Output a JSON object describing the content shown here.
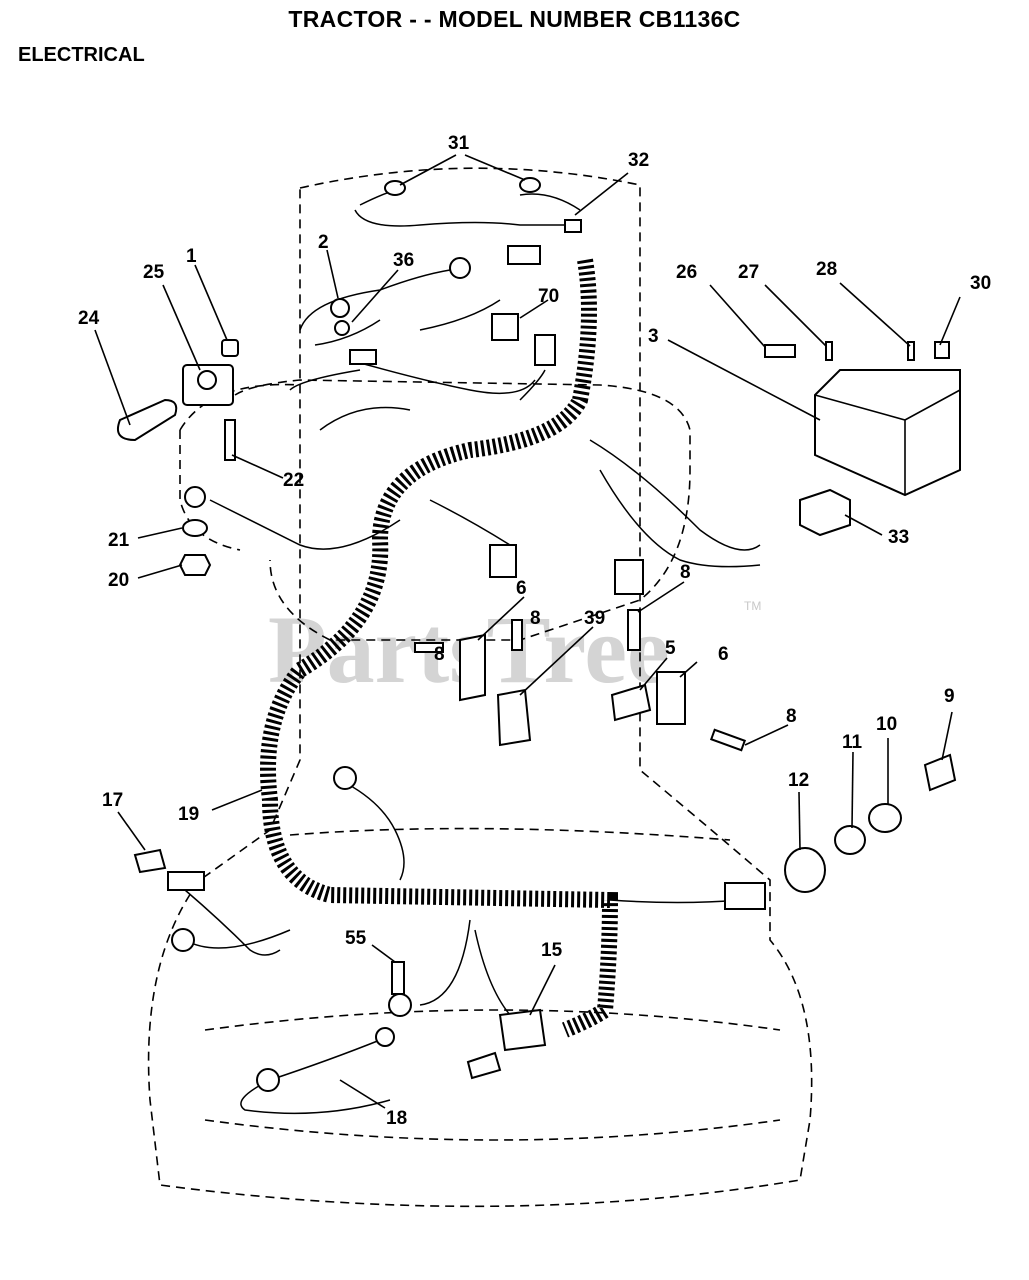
{
  "header": {
    "title": "TRACTOR - - MODEL NUMBER CB1136C",
    "section": "ELECTRICAL"
  },
  "watermark": {
    "text": "PartsTree",
    "tm": "TM"
  },
  "callouts": [
    "31",
    "32",
    "2",
    "36",
    "70",
    "25",
    "1",
    "24",
    "26",
    "27",
    "28",
    "30",
    "3",
    "22",
    "21",
    "20",
    "33",
    "6",
    "8",
    "8",
    "39",
    "8",
    "5",
    "6",
    "8",
    "9",
    "10",
    "11",
    "12",
    "17",
    "19",
    "55",
    "15",
    "18"
  ]
}
